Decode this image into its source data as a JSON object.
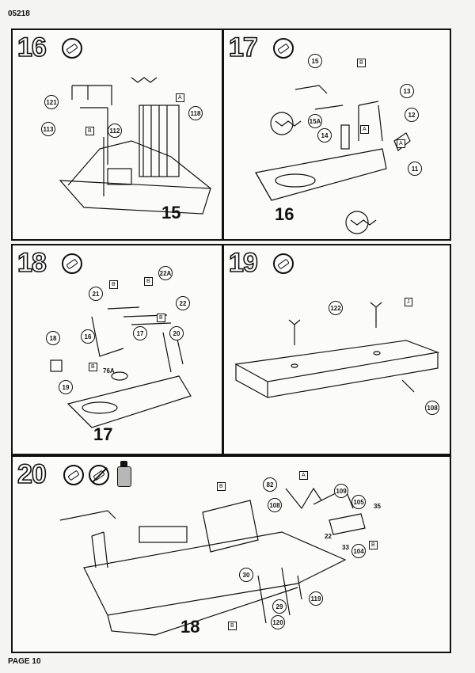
{
  "header": {
    "kit_code": "05218"
  },
  "footer": {
    "page_label": "PAGE 10"
  },
  "steps": [
    {
      "number": "16",
      "base_label": "15",
      "callouts": [
        "121",
        "113",
        "112",
        "118"
      ],
      "tags": [
        "B",
        "A"
      ]
    },
    {
      "number": "17",
      "base_label": "16",
      "callouts": [
        "15",
        "13",
        "15A",
        "14",
        "12",
        "11"
      ],
      "tags": [
        "B",
        "A",
        "A"
      ]
    },
    {
      "number": "18",
      "base_label": "17",
      "callouts": [
        "21",
        "22A",
        "22",
        "16",
        "17",
        "20",
        "18",
        "19"
      ],
      "labels": [
        "76A"
      ],
      "tags": [
        "B",
        "B",
        "B",
        "B"
      ]
    },
    {
      "number": "19",
      "callouts": [
        "122",
        "108"
      ],
      "tags": [
        "J"
      ]
    },
    {
      "number": "20",
      "base_label": "18",
      "callouts": [
        "82",
        "108",
        "109",
        "105",
        "104",
        "30",
        "29",
        "119",
        "120"
      ],
      "labels": [
        "35",
        "22",
        "33"
      ],
      "tags": [
        "B",
        "A",
        "B",
        "B"
      ]
    }
  ]
}
